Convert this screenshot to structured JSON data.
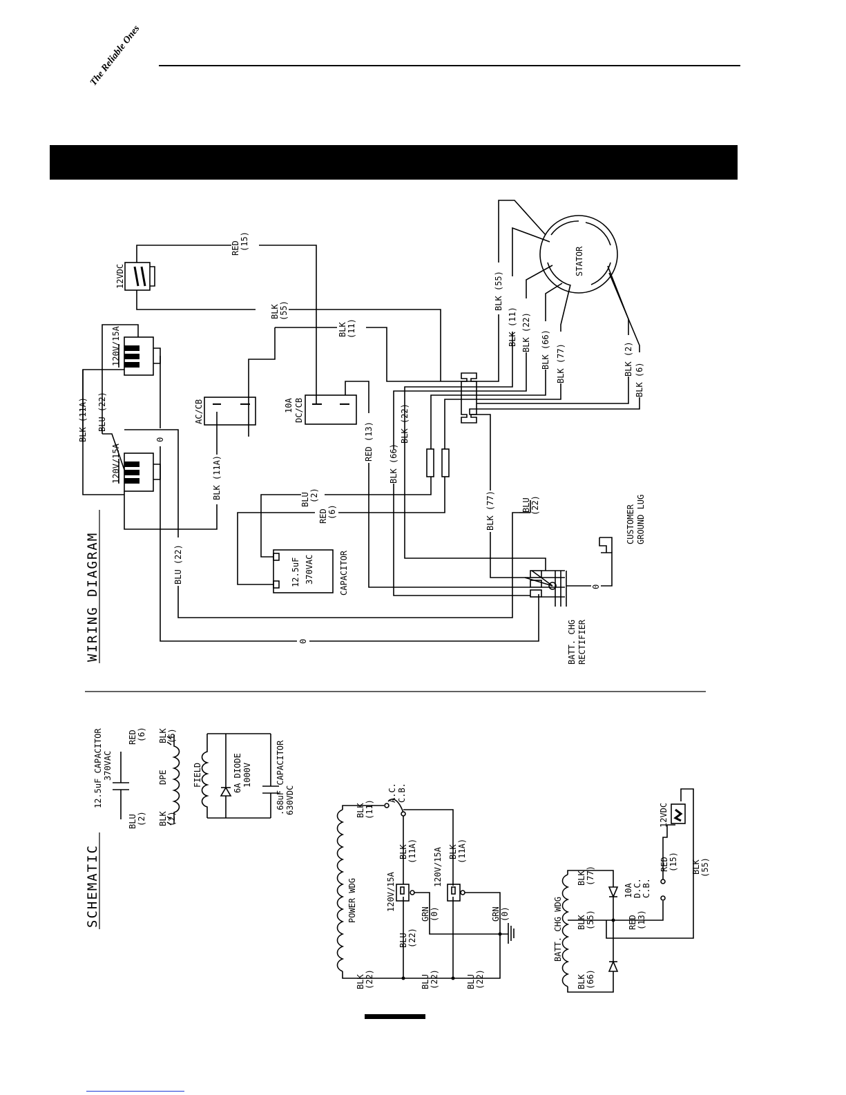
{
  "brand": {
    "tagline": "The Reliable Ones"
  },
  "section_titles": {
    "wiring": "WIRING DIAGRAM",
    "schematic": "SCHEMATIC"
  },
  "components": {
    "stator": "STATOR",
    "dc_outlet": "12VDC",
    "receptacle_top": "120V/15A",
    "receptacle_bottom": "120V/15A",
    "ac_cb": "AC/CB",
    "dc_cb_1": "10A",
    "dc_cb_2": "DC/CB",
    "capacitor_1": "12.5uF",
    "capacitor_2": "370VAC",
    "capacitor_label": "CAPACITOR",
    "ground_lug_1": "CUSTOMER",
    "ground_lug_2": "GROUND LUG",
    "rectifier_1": "BATT. CHG",
    "rectifier_2": "RECTIFIER"
  },
  "wire_labels": {
    "red15_a": "RED",
    "red15_b": "(15)",
    "blk55_a": "BLK",
    "blk55_b": "(55)",
    "blk11_a": "BLK",
    "blk11_b": "(11)",
    "blk55_stator": "BLK (55)",
    "blk11_stator": "BLK (11)",
    "blk22_stator": "BLK (22)",
    "blk66_stator": "BLK (66)",
    "blk77_stator": "BLK (77)",
    "blk2_stator": "BLK (2)",
    "blk6_stator": "BLK (6)",
    "blk11a_left": "BLK (11A)",
    "blu22_left": "BLU (22)",
    "blk11a_mid": "BLK (11A)",
    "blu22_bottom": "BLU (22)",
    "red13": "RED (13)",
    "blk66_mid": "BLK (66)",
    "blk22_mid": "BLK (22)",
    "blu2_a": "BLU",
    "blu2_b": "(2)",
    "red6_a": "RED",
    "red6_b": "(6)",
    "blk77_mid": "BLK (77)",
    "blu22r_a": "BLU",
    "blu22r_b": "(22)",
    "zero_a": "0",
    "zero_b": "0",
    "zero_c": "0"
  },
  "schematic": {
    "cap_a": "12.5uF CAPACITOR",
    "cap_b": "370VAC",
    "red_a": "RED",
    "red_b": "(6)",
    "blk6_a": "BLK",
    "blk6_b": "(6)",
    "blu2_a": "BLU",
    "blu2_b": "(2)",
    "blk2_a": "BLK",
    "blk2_b": "(2)",
    "dpe": "DPE",
    "field": "FIELD",
    "diode_a": "6A DIODE",
    "diode_b": "1000V",
    "cap68_a": ".68uF CAPACITOR",
    "cap68_b": "630VDC",
    "power_wdg": "POWER WDG",
    "s_blk11_a": "BLK",
    "s_blk11_b": "(11)",
    "accb_a": "A.C.",
    "accb_b": "C.B.",
    "s_blk11a1_a": "BLK",
    "s_blk11a1_b": "(11A)",
    "s_blk11a2_a": "BLK",
    "s_blk11a2_b": "(11A)",
    "rec1": "120V/15A",
    "rec2": "120V/15A",
    "grn1_a": "GRN",
    "grn1_b": "(0)",
    "grn2_a": "GRN",
    "grn2_b": "(0)",
    "blu22a_a": "BLU",
    "blu22a_b": "(22)",
    "blu22b_a": "BLU",
    "blu22b_b": "(22)",
    "blu22c_a": "BLU",
    "blu22c_b": "(22)",
    "blk22_a": "BLK",
    "blk22_b": "(22)",
    "dc12": "12VDC",
    "red15_a": "RED",
    "red15_b": "(15)",
    "blk55_a": "BLK",
    "blk55_b": "(55)",
    "batt_wdg": "BATT. CHG WDG",
    "blk77_a": "BLK",
    "blk77_b": "(77)",
    "blk55s_a": "BLK",
    "blk55s_b": "(55)",
    "blk66_a": "BLK",
    "blk66_b": "(66)",
    "dccb_a": "10A",
    "dccb_b": "D.C.",
    "dccb_c": "C.B.",
    "red13_a": "RED",
    "red13_b": "(13)"
  }
}
